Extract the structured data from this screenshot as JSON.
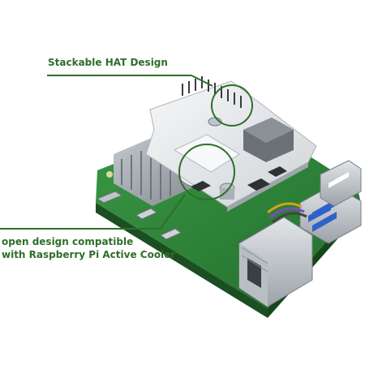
{
  "callouts": {
    "top_label": "Stackable HAT Design",
    "bottom_line1": "open design compatible",
    "bottom_line2": "with Raspberry Pi Active Cooler"
  },
  "colors": {
    "accent": "#2f6e2a",
    "pcb_green": "#2e8b3a",
    "hat_white": "#e9ecef",
    "heatsink": "#9aa0a6",
    "usb_blue": "#2f62c8"
  }
}
